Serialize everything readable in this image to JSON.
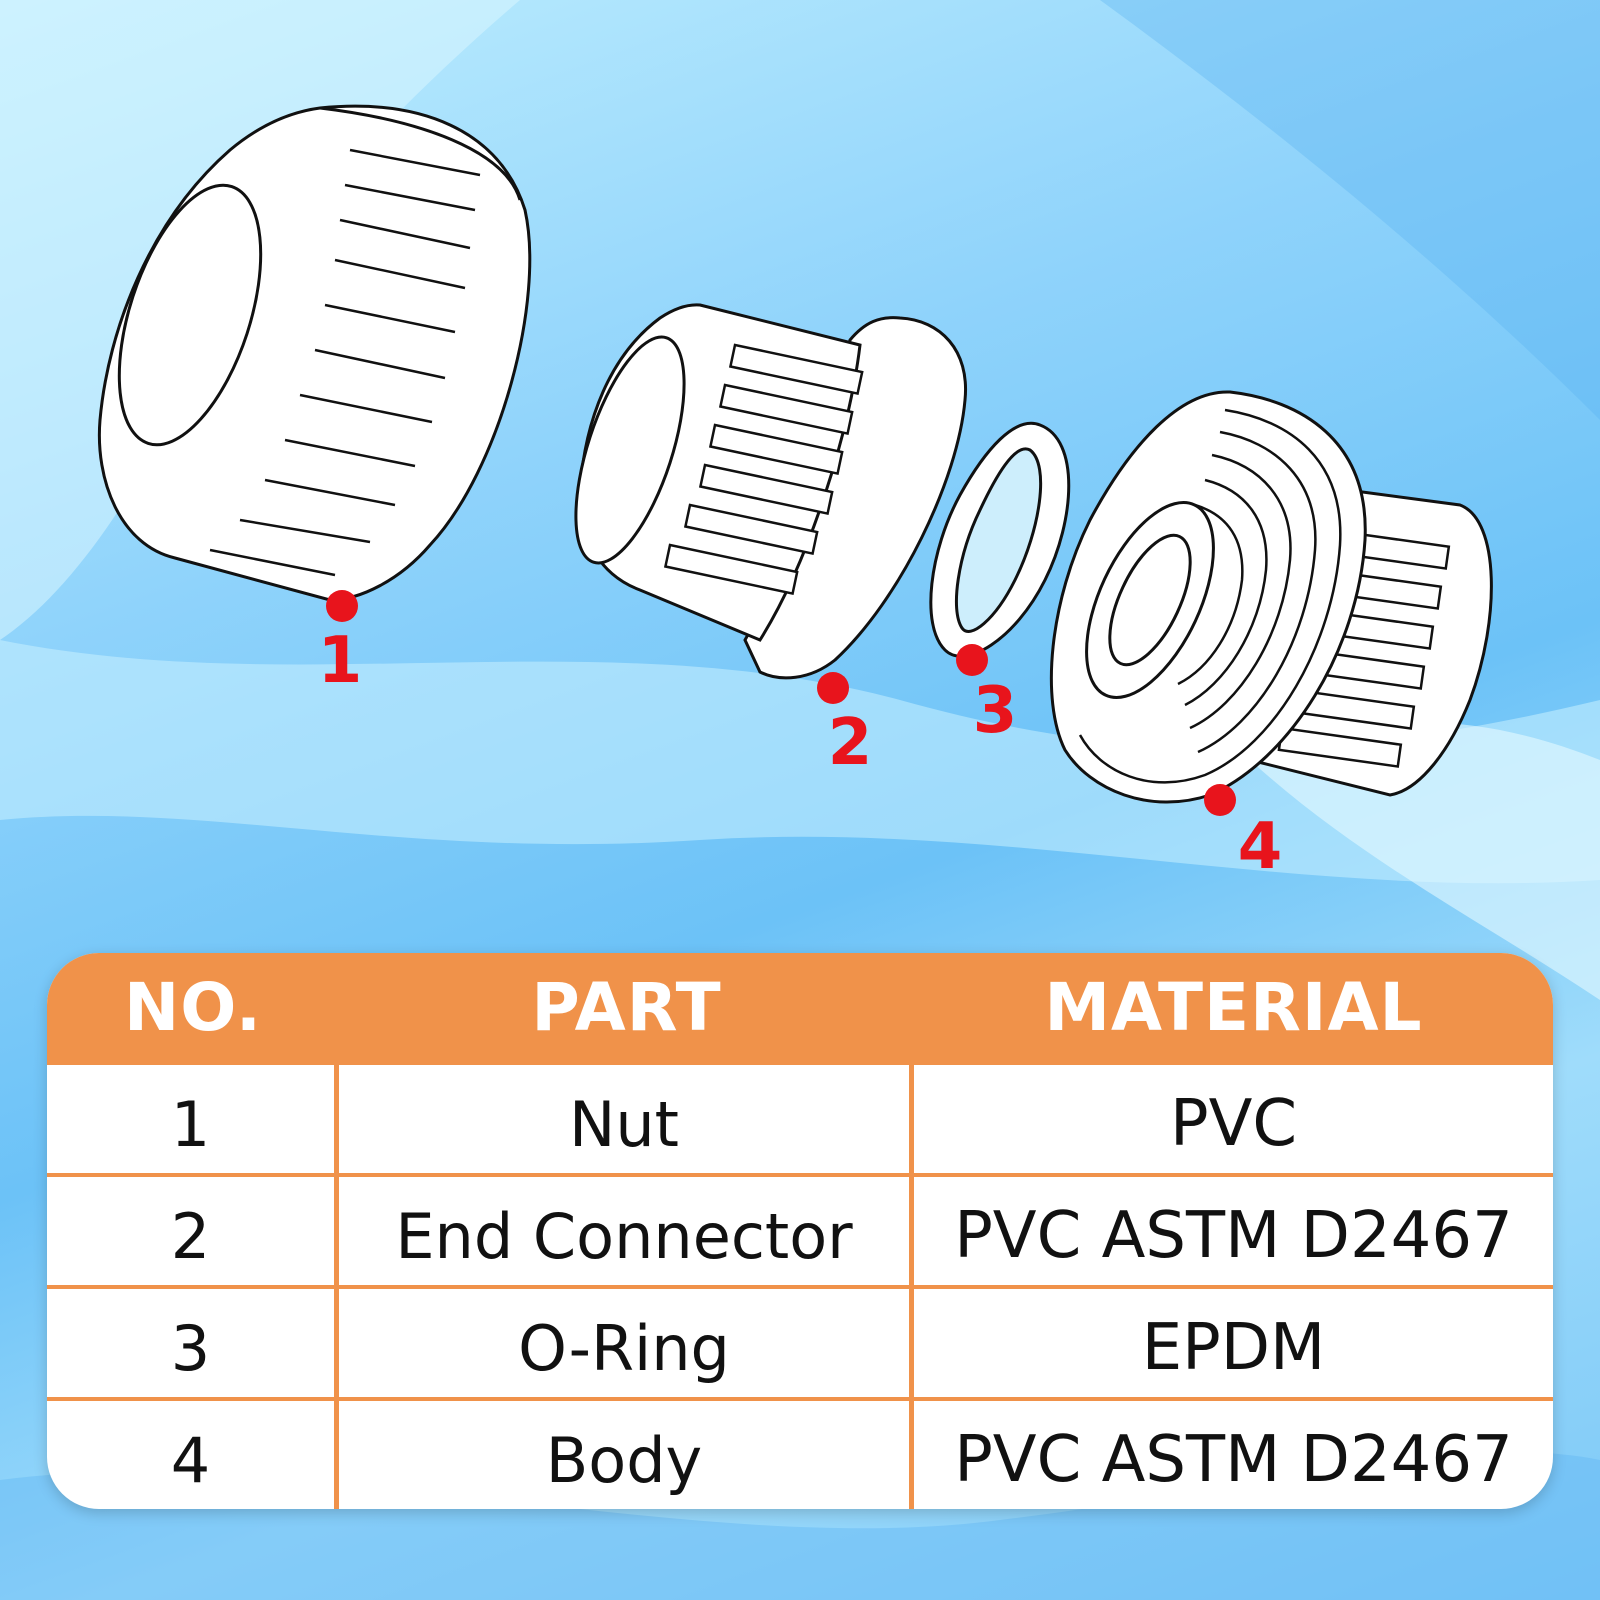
{
  "callouts": [
    "1",
    "2",
    "3",
    "4"
  ],
  "table": {
    "headers": [
      "NO.",
      "PART",
      "MATERIAL"
    ],
    "rows": [
      [
        "1",
        "Nut",
        "PVC"
      ],
      [
        "2",
        "End Connector",
        "PVC ASTM D2467"
      ],
      [
        "3",
        "O-Ring",
        "EPDM"
      ],
      [
        "4",
        "Body",
        "PVC ASTM D2467"
      ]
    ]
  },
  "colors": {
    "accent": "#f0924a",
    "callout": "#e8141c",
    "background": "#8fd3fb"
  },
  "icons": [
    "nut-part-icon",
    "end-connector-part-icon",
    "o-ring-part-icon",
    "body-part-icon"
  ]
}
